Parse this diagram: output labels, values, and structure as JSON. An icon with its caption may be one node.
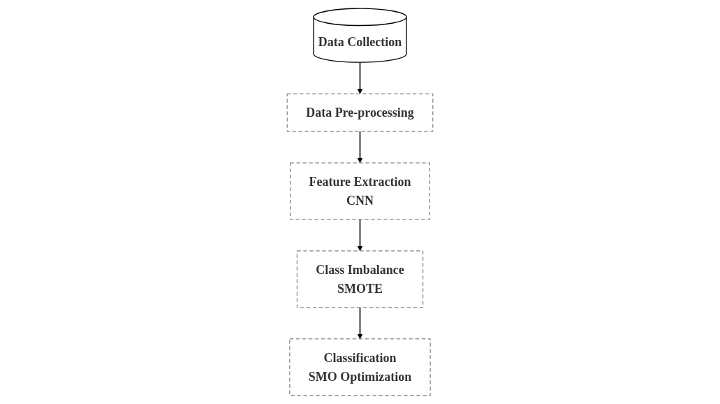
{
  "diagram": {
    "nodes": [
      {
        "text": [
          "Data Collection"
        ]
      },
      {
        "text": [
          "Data Pre-processing"
        ]
      },
      {
        "text": [
          "Feature Extraction",
          "CNN"
        ]
      },
      {
        "text": [
          "Class Imbalance",
          "SMOTE"
        ]
      },
      {
        "text": [
          "Classification",
          "SMO Optimization"
        ]
      }
    ],
    "edges": [
      {
        "from": 0,
        "to": 1,
        "arrow": "to"
      },
      {
        "from": 1,
        "to": 2,
        "arrow": "to"
      },
      {
        "from": 2,
        "to": 3,
        "arrow": "to"
      },
      {
        "from": 3,
        "to": 4,
        "arrow": "to"
      }
    ]
  }
}
